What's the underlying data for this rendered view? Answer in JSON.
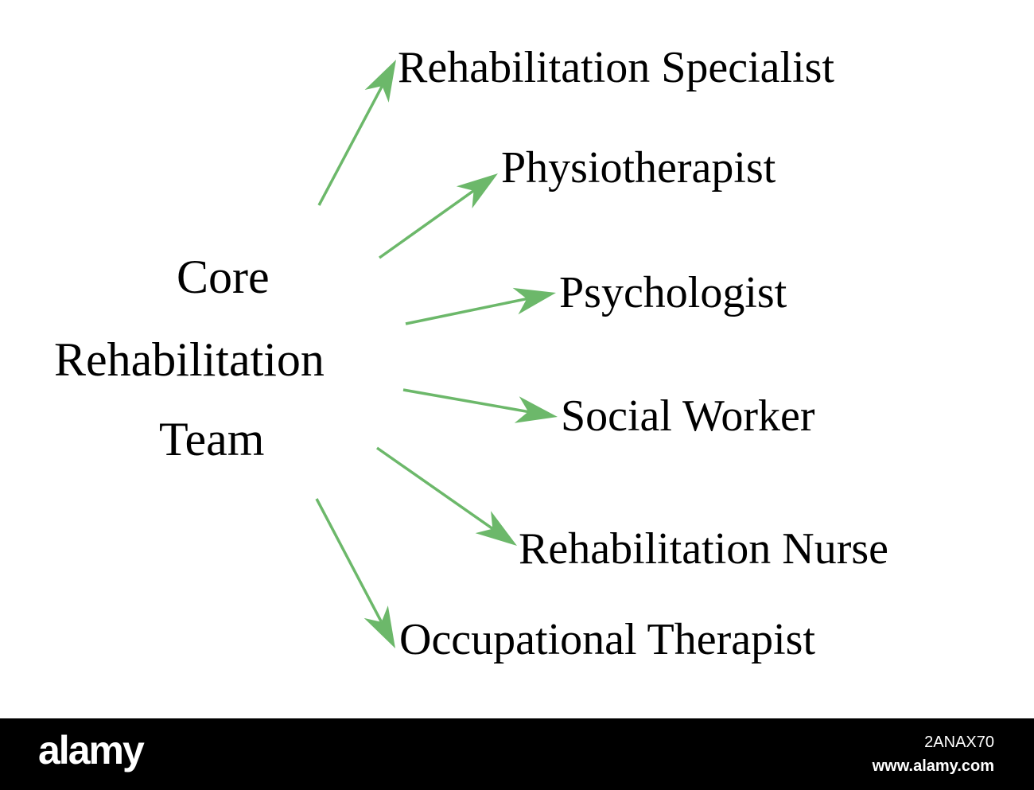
{
  "center": {
    "line1": "Core",
    "line2": "Rehabilitation",
    "line3": "Team"
  },
  "roles": [
    "Rehabilitation Specialist",
    "Physiotherapist",
    "Psychologist",
    "Social Worker",
    "Rehabilitation Nurse",
    "Occupational Therapist"
  ],
  "arrow_color": "#6cb86a",
  "footer": {
    "logo": "alamy",
    "image_id": "2ANAX70",
    "site": "www.alamy.com"
  }
}
